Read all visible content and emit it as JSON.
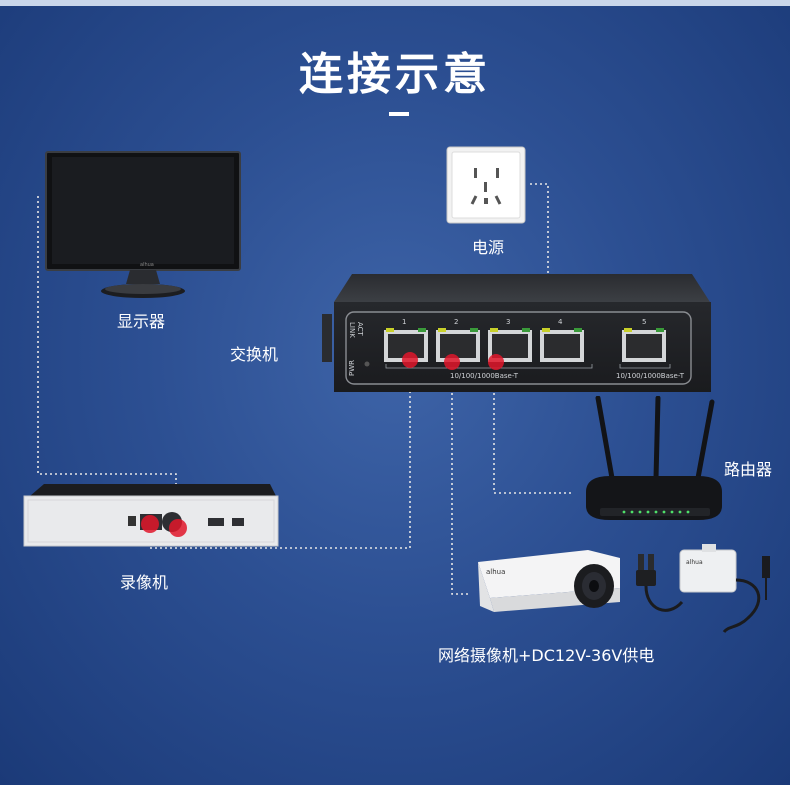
{
  "title": "连接示意",
  "labels": {
    "monitor": "显示器",
    "switch": "交换机",
    "power": "电源",
    "router": "路由器",
    "nvr": "录像机",
    "camera": "网络摄像机+DC12V-36V供电"
  },
  "switch_panel": {
    "link_act": "LINK\nACT",
    "link": "LINK",
    "act": "ACT",
    "pwr": "PWR",
    "port_numbers": [
      "1",
      "2",
      "3",
      "4",
      "5"
    ],
    "speed_label_1": "10/100/1000Base-T",
    "speed_label_2": "10/100/1000Base-T"
  },
  "brand": "alhua",
  "colors": {
    "connector_dot": "#e0162a",
    "wire": "#e6e6e6"
  }
}
